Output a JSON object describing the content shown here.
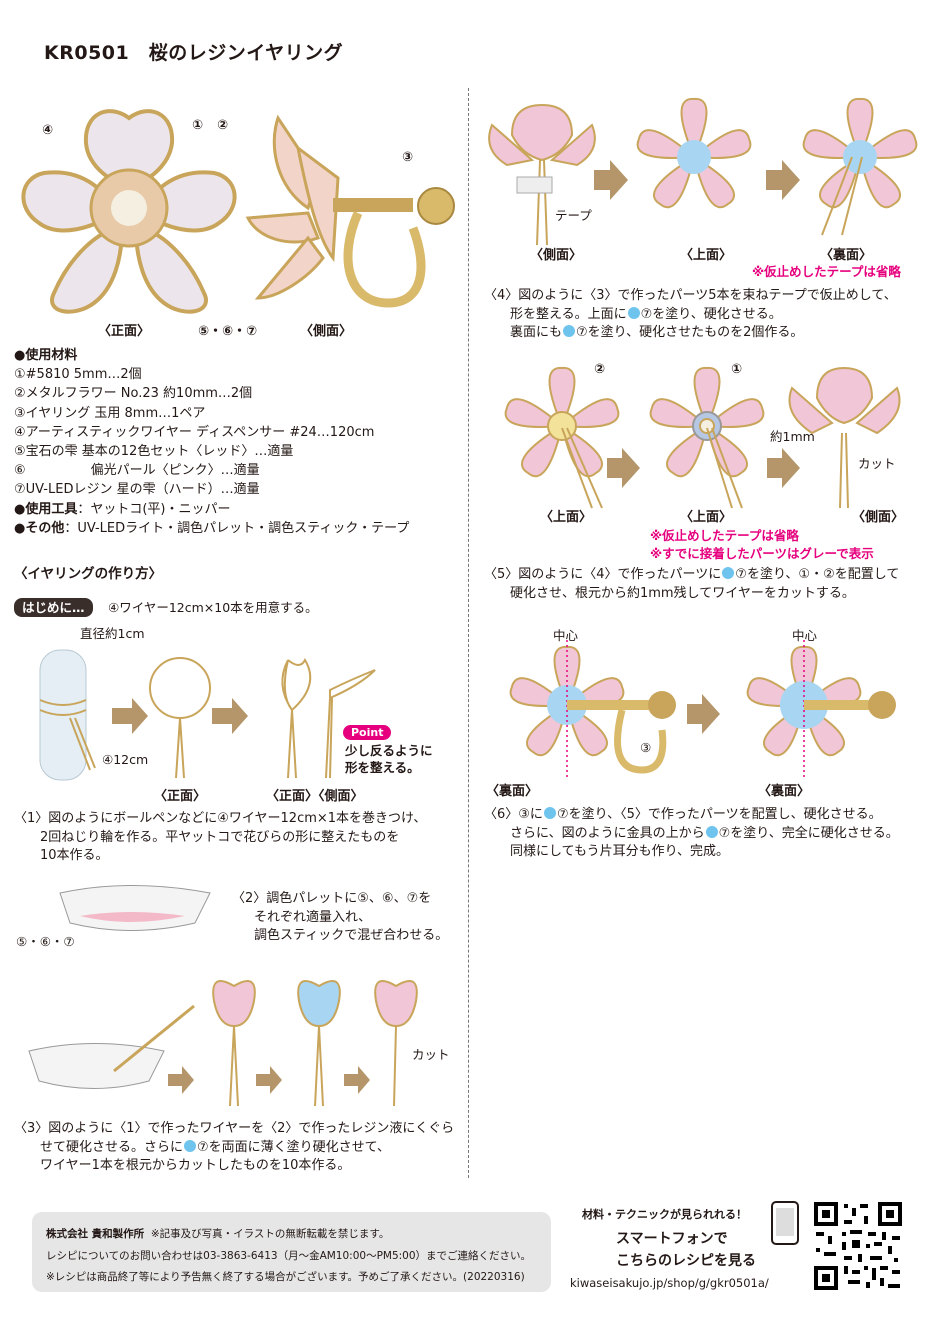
{
  "title": "KR0501　桜のレジンイヤリング",
  "hero": {
    "callouts": [
      "④",
      "①",
      "②",
      "③"
    ],
    "label_front": "〈正面〉",
    "label_side": "〈側面〉",
    "label_parts": "⑤・⑥・⑦"
  },
  "materials": {
    "heading": "●使用材料",
    "items": [
      "①#5810 5mm…2個",
      "②メタルフラワー No.23 約10mm…2個",
      "③イヤリング 玉用 8mm…1ペア",
      "④アーティスティックワイヤー ディスペンサー #24…120cm",
      "⑤宝石の雫 基本の12色セット〈レッド〉…適量",
      "⑥　　　　　偏光パール〈ピンク〉…適量",
      "⑦UV-LEDレジン 星の雫（ハード）…適量"
    ],
    "tools_label": "●使用工具",
    "tools": "：ヤットコ(平)・ニッパー",
    "other_label": "●その他",
    "other": "：UV-LEDライト・調色パレット・調色スティック・テープ"
  },
  "howto": {
    "heading": "〈イヤリングの作り方〉",
    "intro_badge": "はじめに…",
    "intro_text": "④ワイヤー12cm×10本を用意する。",
    "diameter": "直径約1cm",
    "wire_len": "④12cm",
    "front": "〈正面〉",
    "front_side": "〈正面〉〈側面〉",
    "point": "Point",
    "point_text": [
      "少し反るように",
      "形を整える。"
    ],
    "step1": [
      "〈1〉図のようにボールペンなどに④ワイヤー12cm×1本を巻きつけ、",
      "2回ねじり輪を作る。平ヤットコで花びらの形に整えたものを",
      "10本作る。"
    ],
    "mix_label": "⑤・⑥・⑦",
    "step2": [
      "〈2〉調色パレットに⑤、⑥、⑦を",
      "それぞれ適量入れ、",
      "調色スティックで混ぜ合わせる。"
    ],
    "cut": "カット",
    "step3": [
      "〈3〉図のように〈1〉で作ったワイヤーを〈2〉で作ったレジン液にくぐら",
      "せて硬化させる。さらに",
      "⑦を両面に薄く塗り硬化させて、",
      "ワイヤー1本を根元からカットしたものを10本作る。"
    ]
  },
  "right": {
    "tape": "テープ",
    "side": "〈側面〉",
    "top": "〈上面〉",
    "back": "〈裏面〉",
    "note_tape": "※仮止めしたテープは省略",
    "step4": [
      "〈4〉図のように〈3〉で作ったパーツ5本を束ねテープで仮止めして、",
      "形を整える。上面に",
      "⑦を塗り、硬化させる。",
      "裏面にも",
      "⑦を塗り、硬化させたものを2個作る。"
    ],
    "call1": "①",
    "call2": "②",
    "approx": "約1mm",
    "cut": "カット",
    "note_grey": "※すでに接着したパーツはグレーで表示",
    "step5": [
      "〈5〉図のように〈4〉で作ったパーツに",
      "⑦を塗り、①・②を配置して",
      "硬化させ、根元から約1mm残してワイヤーをカットする。"
    ],
    "center": "中心",
    "call3": "③",
    "step6": [
      "〈6〉③に",
      "⑦を塗り、〈5〉で作ったパーツを配置し、硬化させる。",
      "さらに、図のように金具の上から",
      "⑦を塗り、完全に硬化させる。",
      "同様にしてもう片耳分も作り、完成。"
    ]
  },
  "footer": {
    "company": "株式会社 貴和製作所",
    "copyright": "※記事及び写真・イラストの無断転載を禁じます。",
    "contact": "レシピについてのお問い合わせは03-3863-6413（月～金AM10:00～PM5:00）までご連絡ください。",
    "notice": "※レシピは商品終了等により予告無く終了する場合がございます。予めご了承ください。(20220316)"
  },
  "qr": {
    "tagline": "材料・テクニックが見られれる！",
    "line1": "スマートフォンで",
    "line2": "こちらのレシピを見る",
    "url": "kiwaseisakujo.jp/shop/g/gkr0501a/"
  },
  "colors": {
    "pink": "#e6007e",
    "petal": "#f1c6d6",
    "gold": "#c8a55a",
    "blue": "#8fcdef",
    "arrow": "#b5966a"
  }
}
